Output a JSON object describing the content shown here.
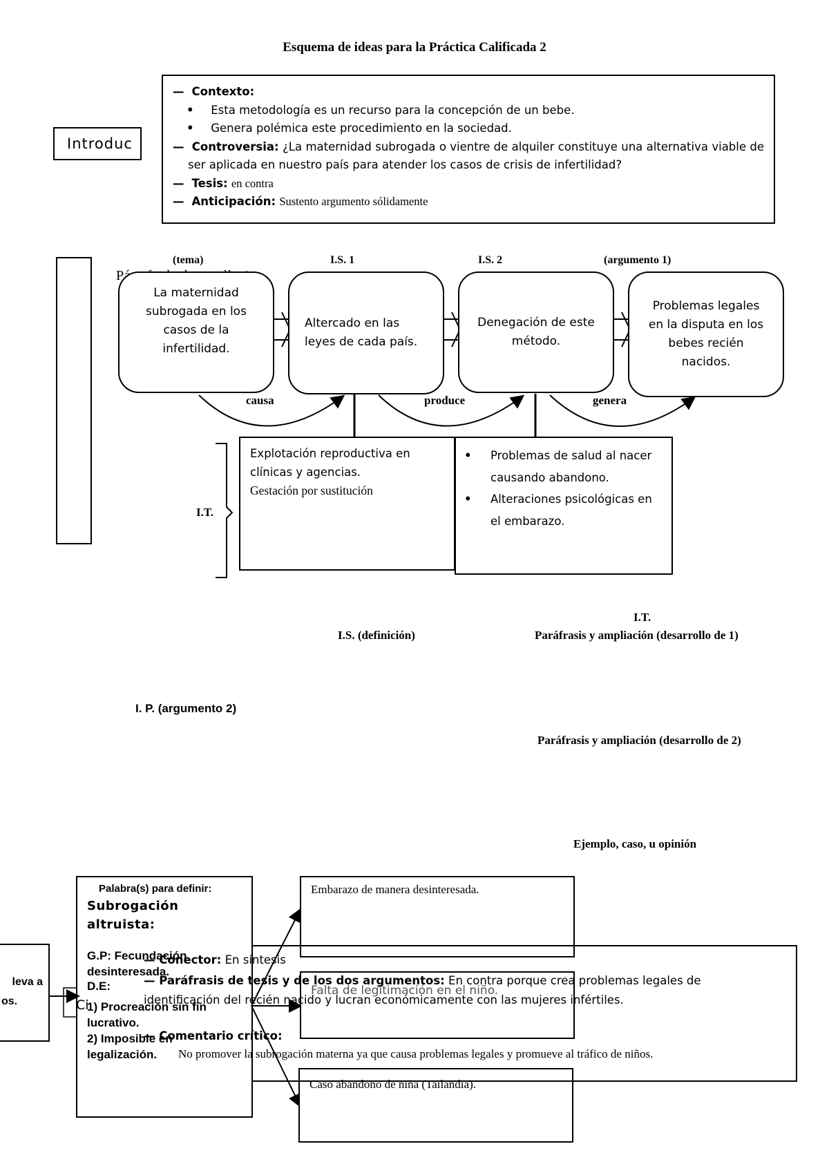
{
  "title": "Esquema de ideas para la Práctica Calificada 2",
  "intro": {
    "label": "Introduc",
    "contexto_label": "Contexto:",
    "contexto_items": [
      "Esta metodología es un recurso para la concepción de un bebe.",
      "Genera polémica este procedimiento en la sociedad."
    ],
    "controversia_label": "Controversia:",
    "controversia_text": "¿La maternidad subrogada o vientre de alquiler constituye una alternativa viable de ser aplicada en nuestro país para atender los casos de crisis de infertilidad?",
    "tesis_label": "Tesis:",
    "tesis_text": "en contra",
    "anticipacion_label": "Anticipación:",
    "anticipacion_text": "Sustento argumento sólidamente"
  },
  "development1": {
    "heading": "Párrafo de desarrollo 1",
    "labels": {
      "tema": "(tema)",
      "is1": "I.S. 1",
      "is2": "I.S. 2",
      "argumento1": "(argumento 1)"
    },
    "boxes": [
      "La maternidad subrogada en los casos de la infertilidad.",
      "Altercado en las leyes de cada país.",
      "Denegación de este método.",
      "Problemas legales en la disputa en los bebes recién nacidos."
    ],
    "connectors": [
      "causa",
      "produce",
      "genera"
    ],
    "it_label": "I.T.",
    "detail_left": [
      "Explotación reproductiva en clínicas y agencias.",
      "Gestación por sustitución"
    ],
    "detail_right": [
      "Problemas de salud al nacer causando abandono.",
      "Alteraciones psicológicas en el embarazo."
    ]
  },
  "labels2": {
    "it": "I.T.",
    "is_def": "I.S. (definición)",
    "paraphrase1": "Paráfrasis y ampliación (desarrollo de 1)",
    "ip_arg2": "I. P. (argumento 2)",
    "paraphrase2": "Paráfrasis y ampliación (desarrollo de 2)",
    "example": "Ejemplo, caso, u opinión"
  },
  "definition": {
    "left_fragment_1": "leva a",
    "left_fragment_2": "os.",
    "words_label": "Palabra(s) para definir:",
    "word": "Subrogación altruista:",
    "gp": "G.P: Fecundación desinteresada.",
    "de": "D.E:",
    "de_1": "1) Procreación sin fin lucrativo.",
    "de_2": "2) Imposible en legalización.",
    "right_boxes": [
      "Embarazo de manera desinteresada.",
      "Falta de legitimación en el niño.",
      "Caso abandono de niña (Tailandia)."
    ]
  },
  "conclusion": {
    "heading": "Ci",
    "conector_label": "Conector:",
    "conector_text": "En síntesis",
    "parafrasis_label": "Paráfrasis de tesis y de los dos argumentos:",
    "parafrasis_text": "En contra porque crea problemas legales de identificación del recién nacido y lucran económicamente con las mujeres infértiles.",
    "comentario_label": "Comentario crítico:",
    "comentario_text": "No promover la subrogación materna ya que causa problemas legales y promueve al tráfico de niños."
  }
}
